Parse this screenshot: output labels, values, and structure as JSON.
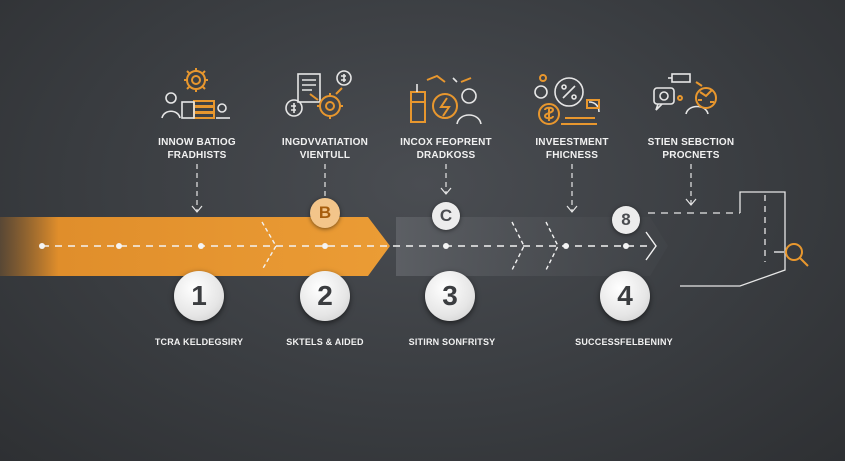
{
  "top_labels": [
    {
      "line1": "INNOW BATIOG",
      "line2": "FRADHISTS"
    },
    {
      "line1": "INGDVVATIATION",
      "line2": "VIENTULL"
    },
    {
      "line1": "INCOX FEOPRENT",
      "line2": "DRADKOSS"
    },
    {
      "line1": "INVEESTMENT",
      "line2": "FHICNESS"
    },
    {
      "line1": "STIEN SEBCTION",
      "line2": "PROCNETS"
    }
  ],
  "bottom_labels": [
    "TCRA KELDEGSIRY",
    "SKTELS & AIDED",
    "SITIRN SONFRITSY",
    "SUCCESSFELBENINY"
  ],
  "numbers": [
    "1",
    "2",
    "3",
    "4"
  ],
  "letters": [
    "B",
    "C",
    "8"
  ],
  "colors": {
    "orange": "#e8972e",
    "gray_band": "#55585d",
    "background": "#3a3d41"
  },
  "icons": [
    "gear-coins-icon",
    "document-gear-icon",
    "worker-coin-icon",
    "dollar-coins-icon",
    "chat-person-icon",
    "magnifier-icon"
  ]
}
